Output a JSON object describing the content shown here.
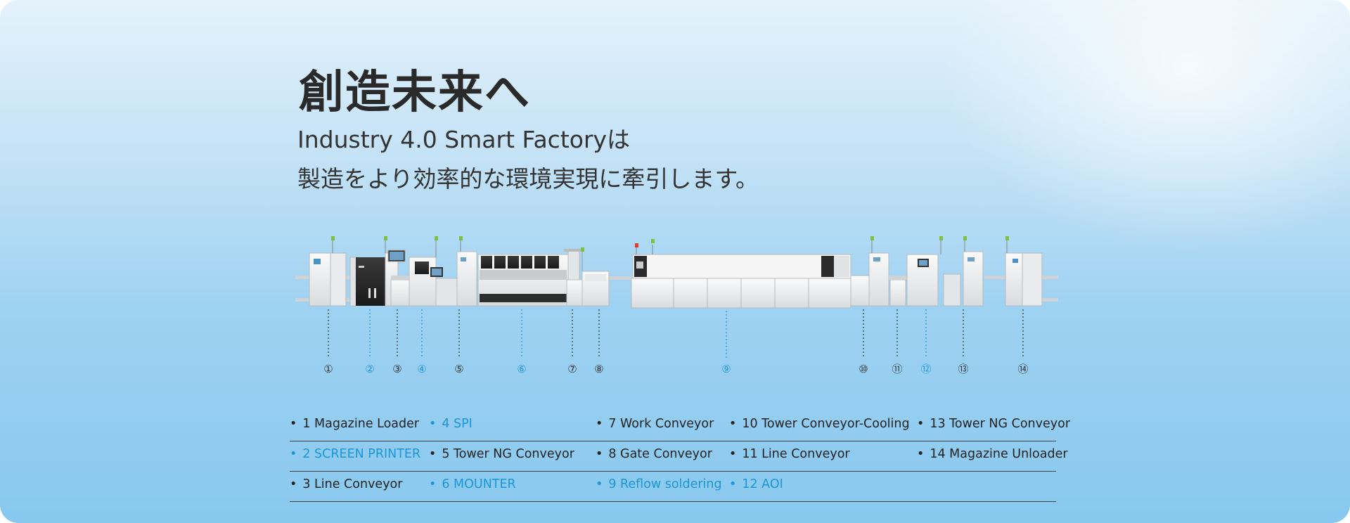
{
  "hero": {
    "title": "創造未来へ",
    "subtitle_line1": "Industry 4.0 Smart Factoryは",
    "subtitle_line2": "製造をより効率的な環境実現に牽引します。"
  },
  "colors": {
    "accent_blue": "#1e96d6",
    "text_dark": "#222222",
    "background_top": "#e4f2fb",
    "background_bottom": "#88c8ee"
  },
  "callouts": [
    "①",
    "②",
    "③",
    "④",
    "⑤",
    "⑥",
    "⑦",
    "⑧",
    "⑨",
    "⑩",
    "⑪",
    "⑫",
    "⑬",
    "⑭"
  ],
  "legend": {
    "rows": [
      [
        {
          "label": "1 Magazine Loader",
          "highlight": false
        },
        {
          "label": "4 SPI",
          "highlight": true
        },
        {
          "label": "7 Work Conveyor",
          "highlight": false
        },
        {
          "label": "10 Tower Conveyor-Cooling",
          "highlight": false
        },
        {
          "label": "13 Tower NG Conveyor",
          "highlight": false
        }
      ],
      [
        {
          "label": "2 SCREEN PRINTER",
          "highlight": true
        },
        {
          "label": "5 Tower NG Conveyor",
          "highlight": false
        },
        {
          "label": "8 Gate Conveyor",
          "highlight": false
        },
        {
          "label": "11 Line Conveyor",
          "highlight": false
        },
        {
          "label": "14 Magazine Unloader",
          "highlight": false
        }
      ],
      [
        {
          "label": "3 Line Conveyor",
          "highlight": false
        },
        {
          "label": "6 MOUNTER",
          "highlight": true
        },
        {
          "label": "9 Reflow soldering",
          "highlight": true
        },
        {
          "label": "12 AOI",
          "highlight": true
        }
      ]
    ]
  }
}
